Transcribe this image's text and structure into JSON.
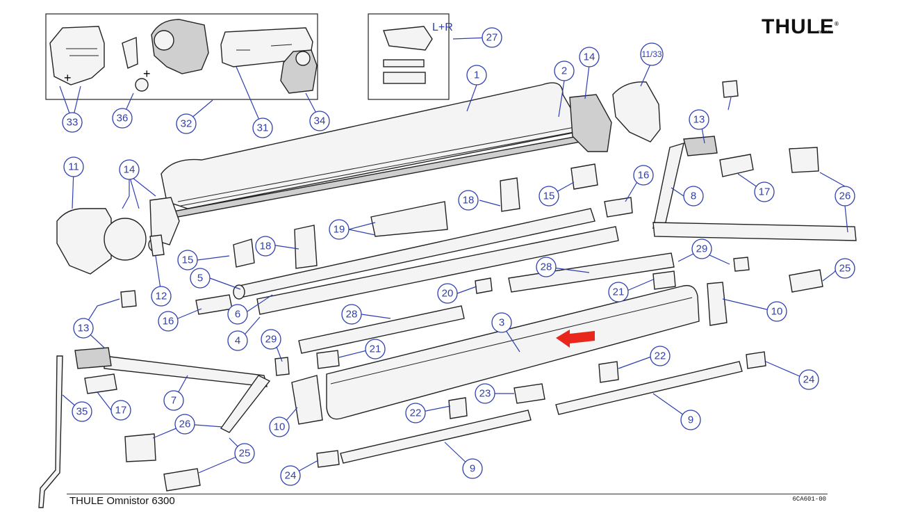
{
  "brand": {
    "name": "THULE",
    "registered": "®",
    "sub": "SWEDEN"
  },
  "footer": {
    "title": "THULE Omnistor 6300",
    "code": "6CA601-00"
  },
  "kit_label": "L+R",
  "callouts": [
    "1",
    "2",
    "3",
    "4",
    "5",
    "6",
    "7",
    "8",
    "9",
    "9",
    "10",
    "10",
    "11",
    "11/33",
    "12",
    "13",
    "13",
    "14",
    "14",
    "15",
    "15",
    "16",
    "16",
    "17",
    "17",
    "18",
    "18",
    "19",
    "20",
    "21",
    "21",
    "22",
    "22",
    "23",
    "24",
    "24",
    "25",
    "25",
    "26",
    "26",
    "27",
    "28",
    "28",
    "29",
    "29",
    "31",
    "32",
    "33",
    "34",
    "35",
    "36"
  ],
  "colors": {
    "callout": "#2d3fb0",
    "arrow": "#e8261b",
    "line": "#222222"
  }
}
